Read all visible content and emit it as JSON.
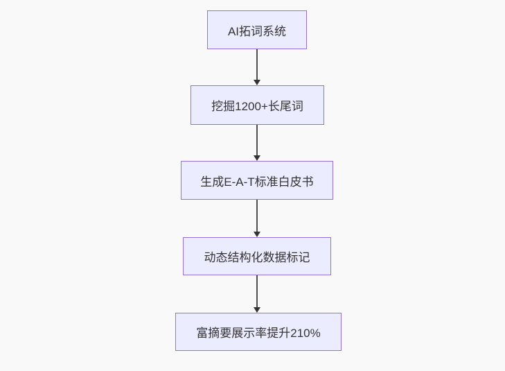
{
  "diagram": {
    "type": "flowchart",
    "direction": "top-down",
    "nodes": [
      {
        "id": "A",
        "label": "AI拓词系统"
      },
      {
        "id": "B",
        "label": "挖掘1200+长尾词"
      },
      {
        "id": "C",
        "label": "生成E-A-T标准白皮书"
      },
      {
        "id": "D",
        "label": "动态结构化数据标记"
      },
      {
        "id": "E",
        "label": "富摘要展示率提升210%"
      }
    ],
    "edges": [
      {
        "from": "A",
        "to": "B"
      },
      {
        "from": "B",
        "to": "C"
      },
      {
        "from": "C",
        "to": "D"
      },
      {
        "from": "D",
        "to": "E"
      }
    ],
    "colors": {
      "background": "#f9f9f9",
      "node_fill": "#ECECFF",
      "node_border": "#9370DB",
      "edge": "#4d4d4d",
      "edge_head": "#333333",
      "text": "#333333"
    }
  }
}
